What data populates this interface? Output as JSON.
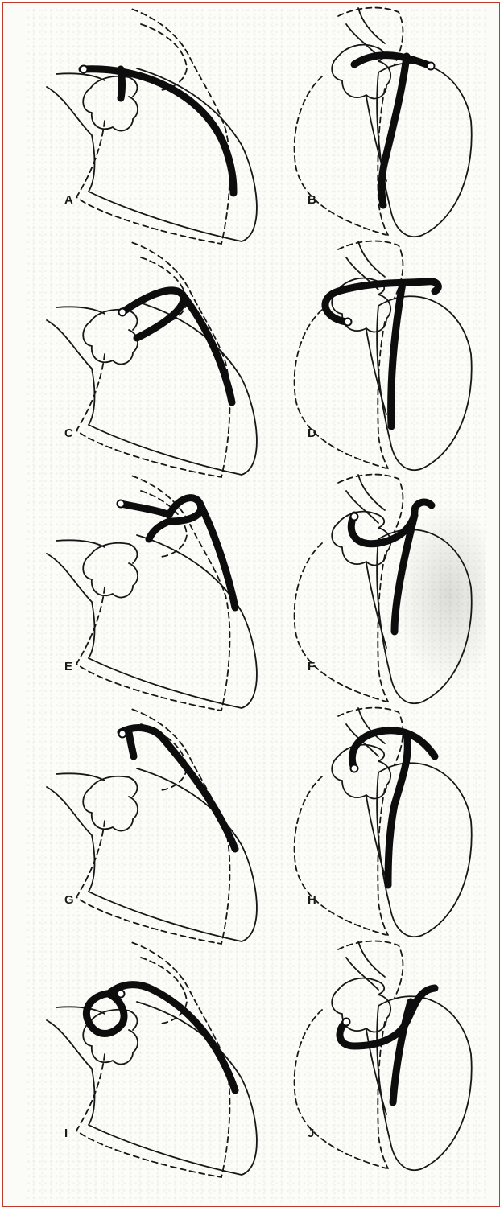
{
  "figure": {
    "panels": [
      {
        "id": "A",
        "view": "rao",
        "label": "A"
      },
      {
        "id": "B",
        "view": "lao",
        "label": "B"
      },
      {
        "id": "C",
        "view": "rao",
        "label": "C"
      },
      {
        "id": "D",
        "view": "lao",
        "label": "D"
      },
      {
        "id": "E",
        "view": "rao",
        "label": "E"
      },
      {
        "id": "F",
        "view": "lao",
        "label": "F"
      },
      {
        "id": "G",
        "view": "rao",
        "label": "G"
      },
      {
        "id": "H",
        "view": "lao",
        "label": "H"
      },
      {
        "id": "I",
        "view": "rao",
        "label": "I"
      },
      {
        "id": "J",
        "view": "lao",
        "label": "J"
      }
    ],
    "colors": {
      "border": "#c0392b",
      "ink": "#161616",
      "paper": "#f6f6f2"
    }
  }
}
